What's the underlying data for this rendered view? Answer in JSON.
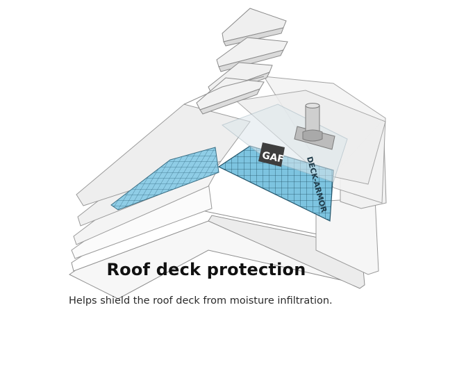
{
  "title": "Roof deck protection",
  "caption": "Helps shield the roof deck from moisture infiltration.",
  "brand_logo_text": "GAF",
  "product_mark_text": "DECK-ARMOR",
  "colors": {
    "underlayment_blue": "#7dc4e0",
    "grid_line": "#1f4f63",
    "outline_gray": "#9a9a9a",
    "title_text": "#111111",
    "caption_text": "#2a2a2a"
  }
}
